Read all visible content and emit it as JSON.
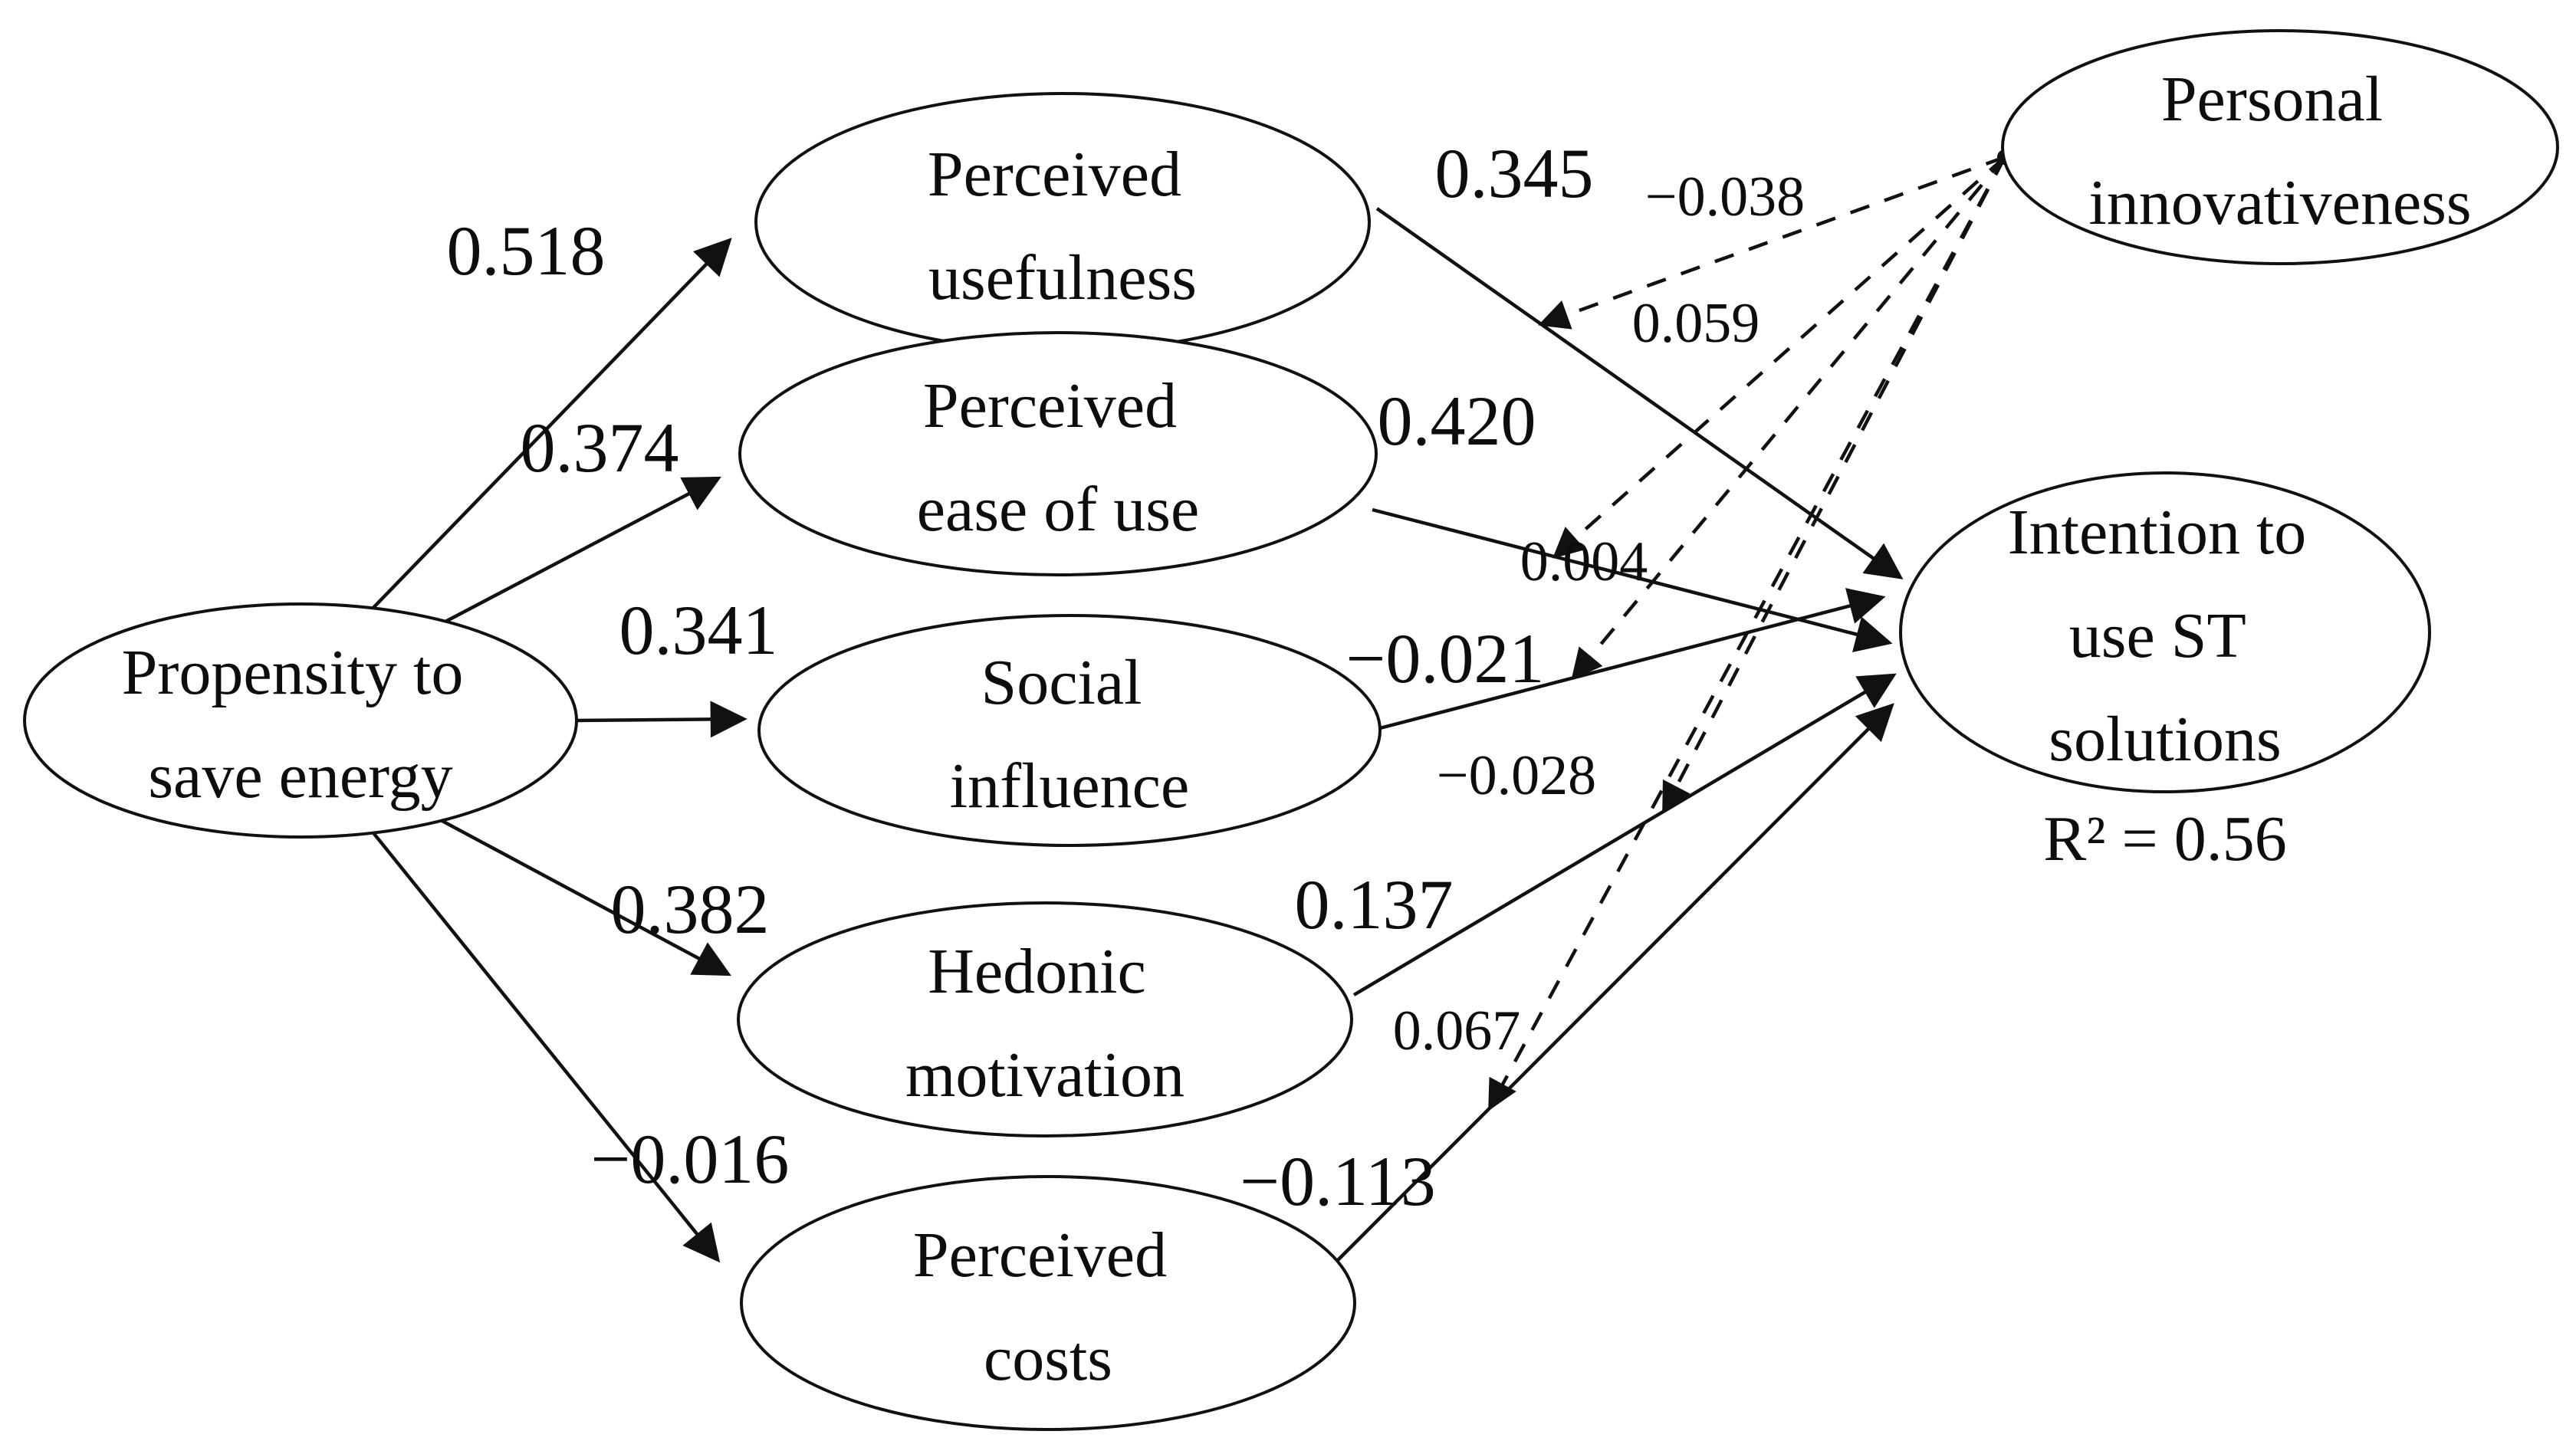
{
  "figure": {
    "type": "structural-equation-path-diagram",
    "background_color": "#ffffff",
    "line_color": "#111111",
    "nodes": {
      "propensity": {
        "lines": [
          "Propensity to",
          "save energy"
        ]
      },
      "perceived_usefulness": {
        "lines": [
          "Perceived",
          "usefulness"
        ]
      },
      "perceived_ease_of_use": {
        "lines": [
          "Perceived",
          "ease of use"
        ]
      },
      "social_influence": {
        "lines": [
          "Social",
          "influence"
        ]
      },
      "hedonic_motivation": {
        "lines": [
          "Hedonic",
          "motivation"
        ]
      },
      "perceived_costs": {
        "lines": [
          "Perceived",
          "costs"
        ]
      },
      "personal_innovativeness": {
        "lines": [
          "Personal",
          "innovativeness"
        ]
      },
      "intention": {
        "lines": [
          "Intention to",
          "use ST",
          "solutions"
        ],
        "r_squared": "R² = 0.56"
      }
    },
    "coefficients": {
      "pse_to_pu": "0.518",
      "pse_to_peou": "0.374",
      "pse_to_si": "0.341",
      "pse_to_hm": "0.382",
      "pse_to_pc": "−0.016",
      "pu_to_intention": "0.345",
      "peou_to_intention": "0.420",
      "si_to_intention": "−0.021",
      "hm_to_intention": "0.137",
      "pc_to_intention": "−0.113",
      "pi_mod_pu_path": "−0.038",
      "pi_mod_peou_path": "0.059",
      "pi_mod_si_path": "0.004",
      "pi_mod_hm_path": "−0.028",
      "pi_mod_pc_path": "0.067"
    }
  }
}
